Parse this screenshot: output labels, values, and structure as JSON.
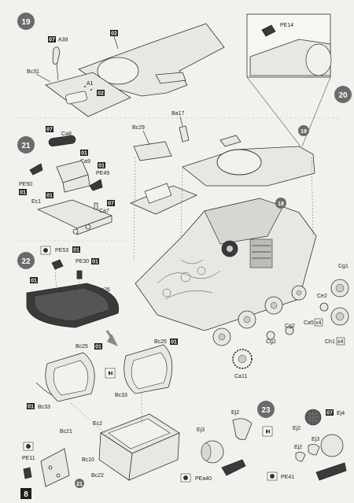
{
  "page_number": "8",
  "colors": {
    "ink": "#222222",
    "paper": "#f2f1ed",
    "step_badge": "#6b6b6b",
    "sprue_tag": "#1e1e1e"
  },
  "steps": [
    {
      "number": "19"
    },
    {
      "number": "20"
    },
    {
      "number": "21"
    },
    {
      "number": "22"
    },
    {
      "number": "23"
    }
  ],
  "step19": {
    "tags": [
      "07",
      "02",
      "02"
    ],
    "labels": [
      "A39",
      "Bc31",
      "A1"
    ]
  },
  "step20": {
    "inset_label": "PE14",
    "labels": [
      "Ba17",
      "Bc29",
      "19",
      "18",
      "Cg1",
      "Ce2",
      "Cg2",
      "Cg2",
      "Ca5",
      "x4",
      "Ch1",
      "x4",
      "Ca11"
    ]
  },
  "step21": {
    "tags": [
      "07",
      "01",
      "01",
      "01",
      "01",
      "07"
    ],
    "labels": [
      "Ca8",
      "Ca9",
      "PE49",
      "PE50",
      "Ec1",
      "Ca7"
    ]
  },
  "step22": {
    "tags": [
      "01",
      "01",
      "01",
      "01",
      "01",
      "01"
    ],
    "labels": [
      "PE53",
      "PE30",
      "Bc26",
      "Bc25",
      "Bc25",
      "Bc33",
      "Bc33",
      "Ec2",
      "Bc21",
      "PE11",
      "Bc10",
      "Bc22",
      "21"
    ]
  },
  "step23": {
    "tags": [
      "07"
    ],
    "labels": [
      "Ej2",
      "Ej3",
      "PEa40",
      "Ej2",
      "Ej4",
      "Ej3",
      "Ej2",
      "PE41"
    ]
  },
  "icons": [
    "photo-etch-icon",
    "option-symbol-icon"
  ]
}
